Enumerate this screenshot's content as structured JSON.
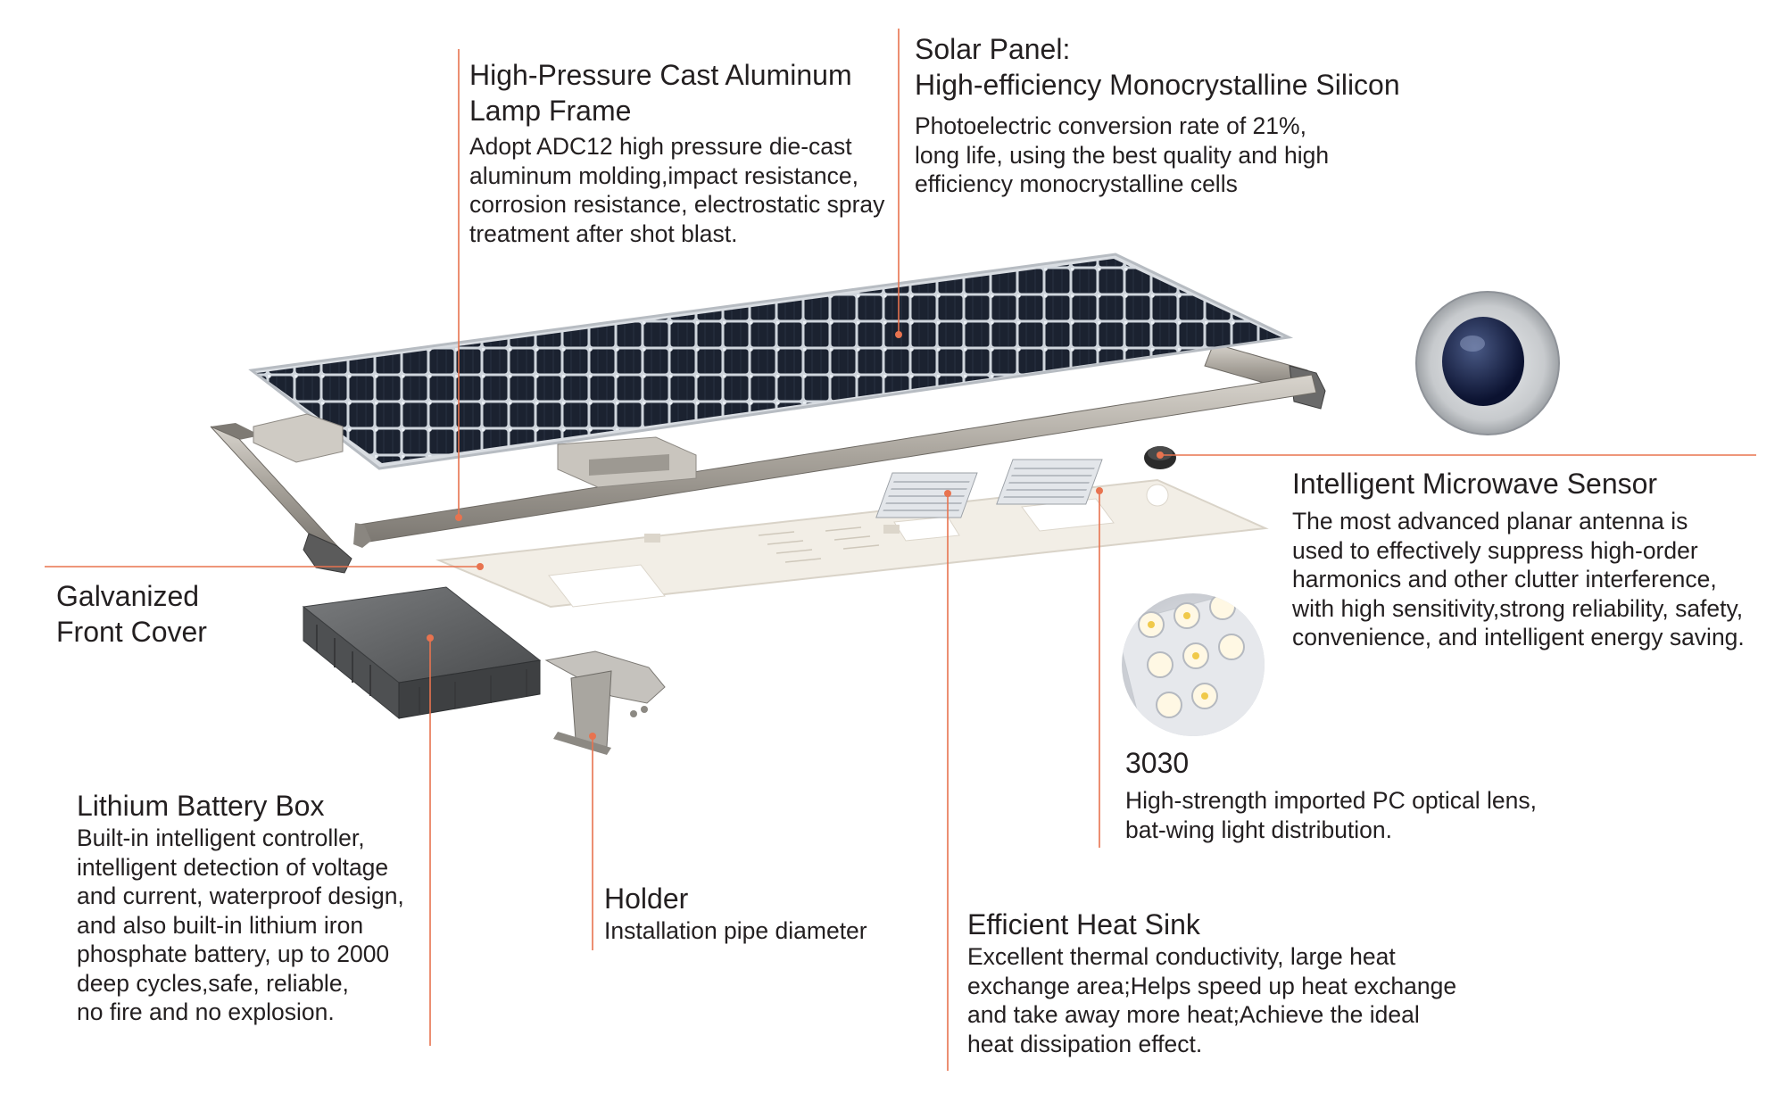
{
  "callouts": {
    "frame": {
      "title": "High-Pressure Cast Aluminum\nLamp Frame",
      "description": "Adopt ADC12 high pressure die-cast\naluminum molding,impact resistance,\ncorrosion resistance, electrostatic spray\ntreatment after shot blast."
    },
    "solar_panel": {
      "title": "Solar Panel:\nHigh-efficiency Monocrystalline Silicon",
      "description": "Photoelectric conversion rate of 21%,\nlong life, using the best quality and high\nefficiency monocrystalline cells"
    },
    "sensor": {
      "title": "Intelligent Microwave Sensor",
      "description": "The most advanced planar antenna is\nused to effectively suppress high-order\nharmonics and other clutter interference,\nwith high sensitivity,strong reliability, safety,\nconvenience, and intelligent energy saving."
    },
    "front_cover": {
      "title": "Galvanized\nFront Cover"
    },
    "led": {
      "title": "3030",
      "description": "High-strength imported PC optical lens,\nbat-wing light distribution."
    },
    "battery": {
      "title": "Lithium Battery Box",
      "description": "Built-in intelligent controller,\nintelligent detection of voltage\nand current, waterproof design,\nand also built-in lithium iron\nphosphate battery, up to 2000\ndeep cycles,safe, reliable,\nno fire and no explosion."
    },
    "holder": {
      "title": "Holder",
      "description": "Installation pipe diameter"
    },
    "heat_sink": {
      "title": "Efficient Heat Sink",
      "description": "Excellent thermal conductivity, large heat\nexchange area;Helps speed up heat exchange\nand take away more heat;Achieve the ideal\nheat dissipation effect."
    }
  },
  "colors": {
    "leader_line": "#e8734f",
    "text": "#231f20",
    "solar_cell": "#1b2230",
    "frame_metal": "#a8a49e",
    "plate": "#f2eee6",
    "battery_box": "#5d5f61"
  }
}
